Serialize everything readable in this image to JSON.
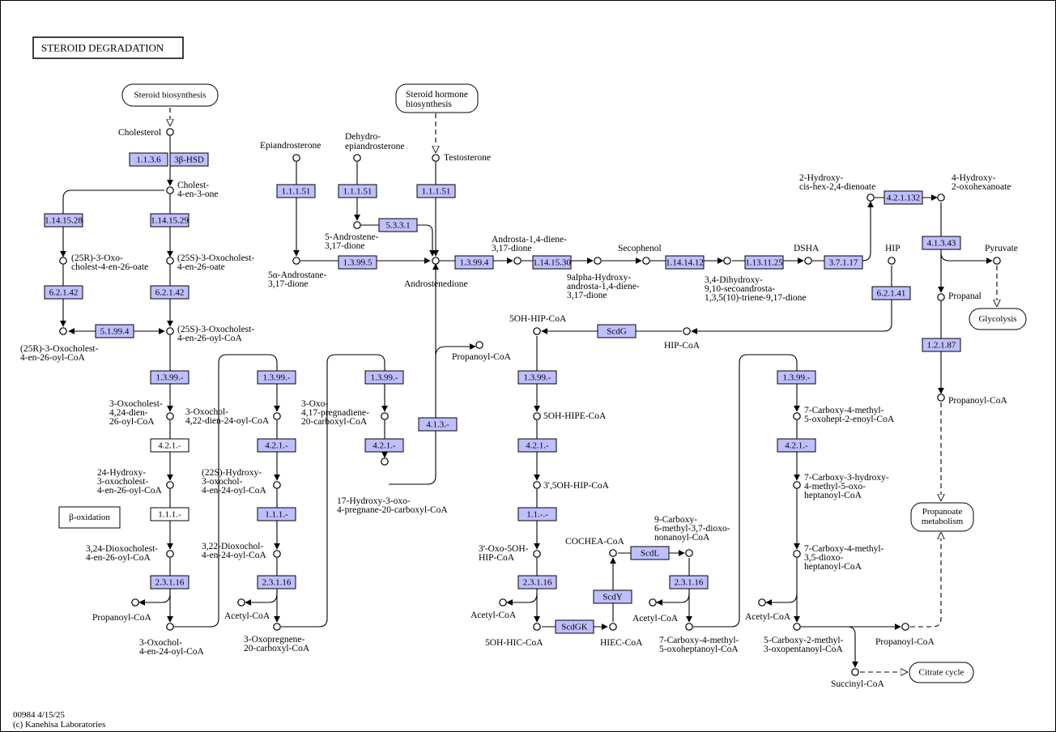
{
  "title": "STEROID DEGRADATION",
  "footer": {
    "line1": "00984 4/15/25",
    "line2": "(c) Kanehisa Laboratories"
  },
  "maps": {
    "steroid_biosynthesis": "Steroid biosynthesis",
    "steroid_hormone_1": "Steroid hormone",
    "steroid_hormone_2": "biosynthesis",
    "glycolysis": "Glycolysis",
    "beta_oxidation": "β-oxidation",
    "propanoate_1": "Propanoate",
    "propanoate_2": "metabolism",
    "citrate": "Citrate cycle"
  },
  "enzymes": {
    "e1": "1.1.3.6",
    "e2": "3β-HSD",
    "e3": "1.14.15.28",
    "e4": "1.14.15.29",
    "e5": "6.2.1.42",
    "e6": "6.2.1.42",
    "e7": "5.1.99.4",
    "e8": "1.3.99.-",
    "e9": "4.2.1.-",
    "e10": "1.1.1.-",
    "e11": "2.3.1.16",
    "e12": "1.3.99.-",
    "e13": "4.2.1.-",
    "e14": "1.1.1.-",
    "e15": "2.3.1.16",
    "e16": "1.3.99.-",
    "e17": "4.2.1.-",
    "e18": "4.1.3.-",
    "e19": "1.1.1.51",
    "e20": "1.1.1.51",
    "e21": "1.1.1.51",
    "e22": "5.3.3.1",
    "e23": "1.3.99.5",
    "e24": "1.3.99.4",
    "e25": "1.14.15.30",
    "e26": "1.14.14.12",
    "e27": "1.13.11.25",
    "e28": "3.7.1.17",
    "e29": "4.2.1.132",
    "e30": "4.1.3.43",
    "e31": "6.2.1.41",
    "e32": "ScdG",
    "e33": "1.3.99.-",
    "e34": "4.2.1.-",
    "e35": "1.1.-.-",
    "e36": "2.3.1.16",
    "e37": "ScdGK",
    "e38": "ScdY",
    "e39": "ScdL",
    "e40": "2.3.1.16",
    "e41": "1.3.99.-",
    "e42": "4.2.1.-",
    "e43": "1.2.1.87"
  },
  "compounds": {
    "cholesterol": "Cholesterol",
    "cholest4en_1": "Cholest-",
    "cholest4en_2": "4-en-3-one",
    "c25r_1": "(25R)-3-Oxo-",
    "c25r_2": "cholest-4-en-26-oate",
    "c25s_1": "(25S)-3-Oxocholest-",
    "c25s_2": "4-en-26-oate",
    "c25rcoa_1": "(25R)-3-Oxocholest-",
    "c25rcoa_2": "4-en-26-oyl-CoA",
    "c25scoa_1": "(25S)-3-Oxocholest-",
    "c25scoa_2": "4-en-26-oyl-CoA",
    "oxodien_1": "3-Oxocholest-",
    "oxodien_2": "4,24-dien-",
    "oxodien_3": "26-oyl-CoA",
    "hydroxy24_1": "24-Hydroxy-",
    "hydroxy24_2": "3-oxocholest-",
    "hydroxy24_3": "4-en-26-oyl-CoA",
    "dioxo324_1": "3,24-Dioxocholest-",
    "dioxo324_2": "4-en-26-oyl-CoA",
    "propcoa1": "Propanoyl-CoA",
    "oxochol4en_1": "3-Oxochol-",
    "oxochol4en_2": "4-en-24-oyl-CoA",
    "oxochol422_1": "3-Oxochol-",
    "oxochol422_2": "4,22-dien-24-oyl-CoA",
    "hydroxy22_1": "(22S)-Hydroxy-",
    "hydroxy22_2": "3-oxochol-",
    "hydroxy22_3": "4-en-24-oyl-CoA",
    "dioxo322_1": "3,22-Dioxochol-",
    "dioxo322_2": "4-en-24-oyl-CoA",
    "acetylcoa1": "Acetyl-CoA",
    "oxopreg_1": "3-Oxopregnene-",
    "oxopreg_2": "20-carboxyl-CoA",
    "oxopregdiene_1": "3-Oxo-",
    "oxopregdiene_2": "4,17-pregnadiene-",
    "oxopregdiene_3": "20-carboxyl-CoA",
    "hydroxy17_1": "17-Hydroxy-3-oxo-",
    "hydroxy17_2": "4-pregnane-20-carboxyl-CoA",
    "propcoa2": "Propanoyl-CoA",
    "epiandrosterone": "Epiandrosterone",
    "dehydro_1": "Dehydro-",
    "dehydro_2": "epiandrosterone",
    "testosterone": "Testosterone",
    "androstene_1": "5-Androstene-",
    "androstene_2": "3,17-dione",
    "androstane_1": "5α-Androstane-",
    "androstane_2": "3,17-dione",
    "androstenedione": "Androstenedione",
    "androstadiene_1": "Androsta-1,4-diene-",
    "androstadiene_2": "3,17-dione",
    "hydroxyandro_1": "9alpha-Hydroxy-",
    "hydroxyandro_2": "androsta-1,4-diene-",
    "hydroxyandro_3": "3,17-dione",
    "secophenol": "Secophenol",
    "dihydroxy_1": "3,4-Dihydroxy-",
    "dihydroxy_2": "9,10-secoandrosta-",
    "dihydroxy_3": "1,3,5(10)-triene-9,17-dione",
    "dsha": "DSHA",
    "hydroxydienoate_1": "2-Hydroxy-",
    "hydroxydienoate_2": "cis-hex-2,4-dienoate",
    "hydroxyoxohex_1": "4-Hydroxy-",
    "hydroxyoxohex_2": "2-oxohexanoate",
    "hip": "HIP",
    "pyruvate": "Pyruvate",
    "propanal": "Propanal",
    "propcoa3": "Propanoyl-CoA",
    "ohhipcoa": "5OH-HIP-CoA",
    "hipcoa": "HIP-CoA",
    "ohhipecoa": "5OH-HIPE-CoA",
    "ohhipcoa35": "3',5OH-HIP-CoA",
    "oxo5ohhip_1": "3'-Oxo-5OH-",
    "oxo5ohhip_2": "HIP-CoA",
    "acetylcoa2": "Acetyl-CoA",
    "ohhiccoa": "5OH-HIC-CoA",
    "cochea": "COCHEA-CoA",
    "hiec": "HIEC-CoA",
    "carboxy9_1": "9-Carboxy-",
    "carboxy9_2": "6-methyl-3,7-dioxo-",
    "carboxy9_3": "nonanoyl-CoA",
    "acetylcoa3": "Acetyl-CoA",
    "carboxy7oxohep_1": "7-Carboxy-4-methyl-",
    "carboxy7oxohep_2": "5-oxoheptanoyl-CoA",
    "carboxy7enoyl_1": "7-Carboxy-4-methyl-",
    "carboxy7enoyl_2": "5-oxohept-2-enoyl-CoA",
    "carboxy7hydroxy_1": "7-Carboxy-3-hydroxy-",
    "carboxy7hydroxy_2": "4-methyl-5-oxo-",
    "carboxy7hydroxy_3": "heptanoyl-CoA",
    "carboxy7dioxo_1": "7-Carboxy-4-methyl-",
    "carboxy7dioxo_2": "3,5-dioxo-",
    "carboxy7dioxo_3": "heptanoyl-CoA",
    "acetylcoa4": "Acetyl-CoA",
    "carboxy5_1": "5-Carboxy-2-methyl-",
    "carboxy5_2": "3-oxopentanoyl-CoA",
    "propcoa4": "Propanoyl-CoA",
    "succinyl": "Succinyl-CoA"
  }
}
